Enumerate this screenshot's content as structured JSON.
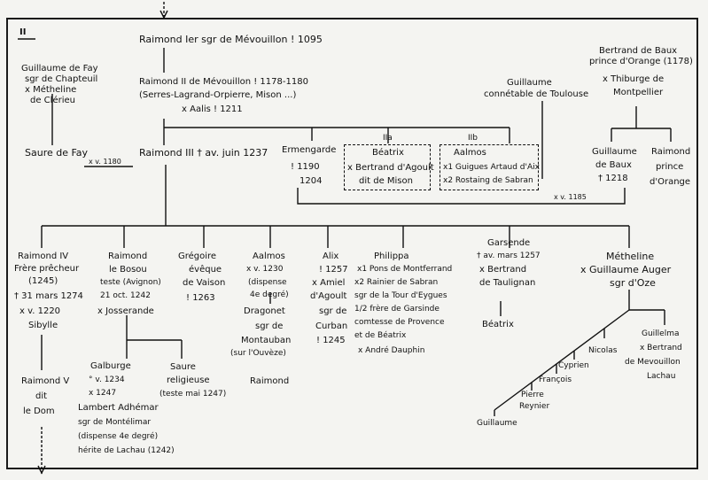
{
  "panel_label": "II",
  "people": {
    "raimond1": "Raimond Ier sgr de Mévouillon ! 1095",
    "guillaume_fay": [
      "Guillaume de Fay",
      "sgr de Chapteuil",
      "x Métheline",
      "de Clérieu"
    ],
    "raimond2": [
      "Raimond II de Mévouillon ! 1178-1180",
      "(Serres-Lagrand-Orpierre, Mison ...)",
      "x Aalis ! 1211"
    ],
    "guillaume_toulouse": [
      "Guillaume",
      "connétable de Toulouse"
    ],
    "bertrand_baux": [
      "Bertrand de Baux",
      "prince d'Orange (1178)",
      "x Thiburge de",
      "Montpellier"
    ],
    "saure_fay": "Saure de Fay",
    "marriage_saure": "x v. 1180",
    "raimond3": "Raimond III † av. juin 1237",
    "ermengarde": [
      "Ermengarde",
      "! 1190",
      "1204"
    ],
    "beatrix_label": "IIa",
    "beatrix": [
      "Béatrix",
      "x Bertrand d'Agoult",
      "dit de Mison"
    ],
    "aalmos_label": "IIb",
    "aalmos": [
      "Aalmos",
      "x1 Guigues Artaud d'Aix",
      "x2 Rostaing de Sabran"
    ],
    "guillaume_baux": [
      "Guillaume",
      "de Baux",
      "† 1218"
    ],
    "raimond_orange": [
      "Raimond",
      "prince",
      "d'Orange"
    ],
    "marriage_1185": "x v. 1185",
    "raimond4": [
      "Raimond IV",
      "Frère prêcheur",
      "(1245)",
      "† 31 mars 1274",
      "x v. 1220",
      "Sibylle"
    ],
    "raimond_bosou": [
      "Raimond",
      "le Bosou",
      "teste (Avignon)",
      "21 oct. 1242",
      "x Josserande"
    ],
    "gregoire": [
      "Grégoire",
      "évêque",
      "de Vaison",
      "! 1263"
    ],
    "aalmos2": [
      "Aalmos",
      "x v. 1230",
      "(dispense",
      "4e degré)",
      "Dragonet",
      "sgr de",
      "Montauban",
      "(sur l'Ouvèze)",
      "Raimond"
    ],
    "alix": [
      "Alix",
      "! 1257",
      "x Amiel",
      "d'Agoult",
      "sgr de",
      "Curban",
      "! 1245"
    ],
    "philippa": [
      "Philippa",
      "x1 Pons de Montferrand",
      "x2 Rainier de Sabran",
      "sgr de la Tour d'Eygues",
      "1/2 frère de Garsinde",
      "comtesse de Provence",
      "et de Béatrix",
      "x André Dauphin"
    ],
    "garsende": [
      "Garsende",
      "† av. mars 1257",
      "x Bertrand",
      "de Taulignan",
      "Béatrix"
    ],
    "metheline": [
      "Métheline",
      "x Guillaume Auger",
      "sgr d'Oze"
    ],
    "raimond5": [
      "Raimond V",
      "dit",
      "le Dom"
    ],
    "galburge": [
      "Galburge",
      "° v. 1234",
      "x 1247",
      "Lambert Adhémar",
      "sgr de Montélimar",
      "(dispense 4e degré)",
      "hérite de Lachau (1242)"
    ],
    "saure_rel": [
      "Saure",
      "religieuse",
      "(teste mai 1247)"
    ],
    "children_metheline": [
      "Guillaume",
      "Pierre",
      "Reynier",
      "François",
      "Cyprien",
      "Nicolas",
      "Guillelma",
      "x Bertrand",
      "de Mevouillon",
      "Lachau"
    ]
  }
}
